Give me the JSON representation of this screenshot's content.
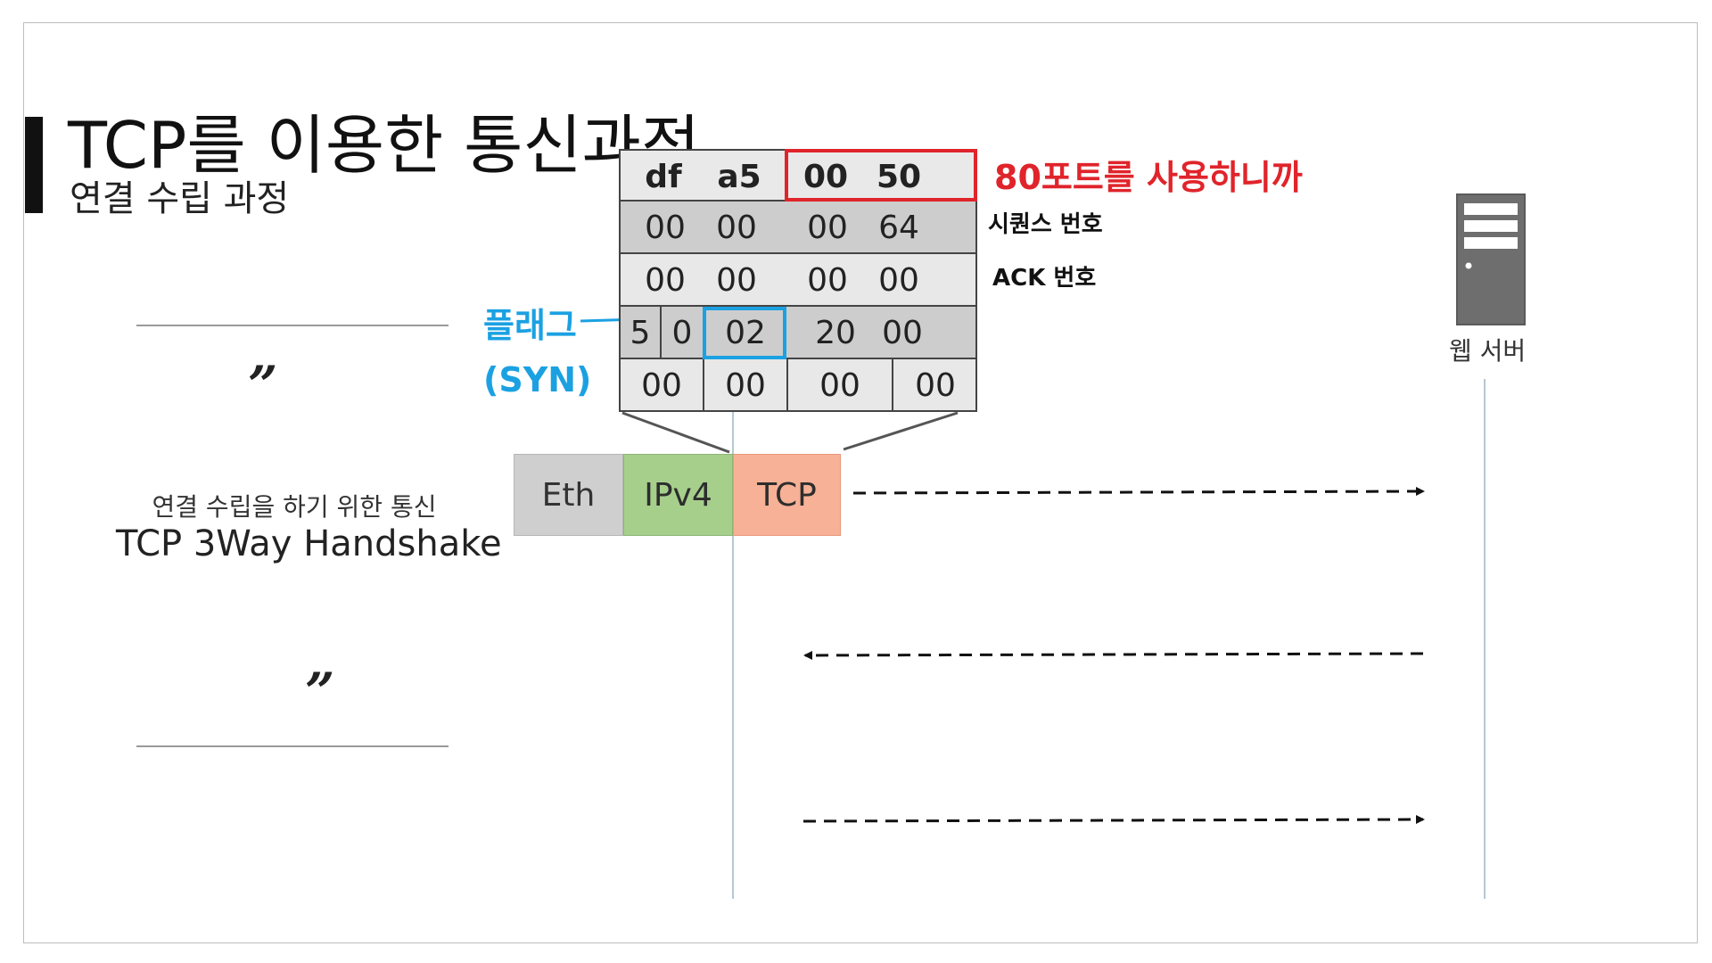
{
  "title": "TCP를 이용한 통신과정",
  "subtitle": "연결 수립 과정",
  "quote": {
    "open_mark": "”",
    "close_mark": "”",
    "line1": "연결 수립을 하기 위한 통신",
    "line2": "TCP 3Way Handshake"
  },
  "packet_segments": [
    {
      "label": "Eth",
      "color": "#cfcfcf"
    },
    {
      "label": "IPv4",
      "color": "#a6cf8c"
    },
    {
      "label": "TCP",
      "color": "#f7b196"
    }
  ],
  "tcp_header": {
    "row1": [
      "df",
      "a5",
      "00",
      "50"
    ],
    "row2": [
      "00",
      "00",
      "00",
      "64"
    ],
    "row3": [
      "00",
      "00",
      "00",
      "00"
    ],
    "row4": [
      "5",
      "0",
      "02",
      "20",
      "00"
    ],
    "row5": [
      "00",
      "00",
      "00",
      "00"
    ]
  },
  "annotations": {
    "port": "80포트를 사용하니까",
    "sequence": "시퀀스 번호",
    "ack": "ACK 번호",
    "flag": "플래그",
    "flag_value": "(SYN)"
  },
  "server_label": "웹 서버",
  "colors": {
    "highlight_red": "#e0242b",
    "highlight_blue": "#1ba1e2",
    "header_gray": "#cdcdcd",
    "header_light": "#e8e8e8"
  },
  "icons": [
    "server-icon"
  ]
}
